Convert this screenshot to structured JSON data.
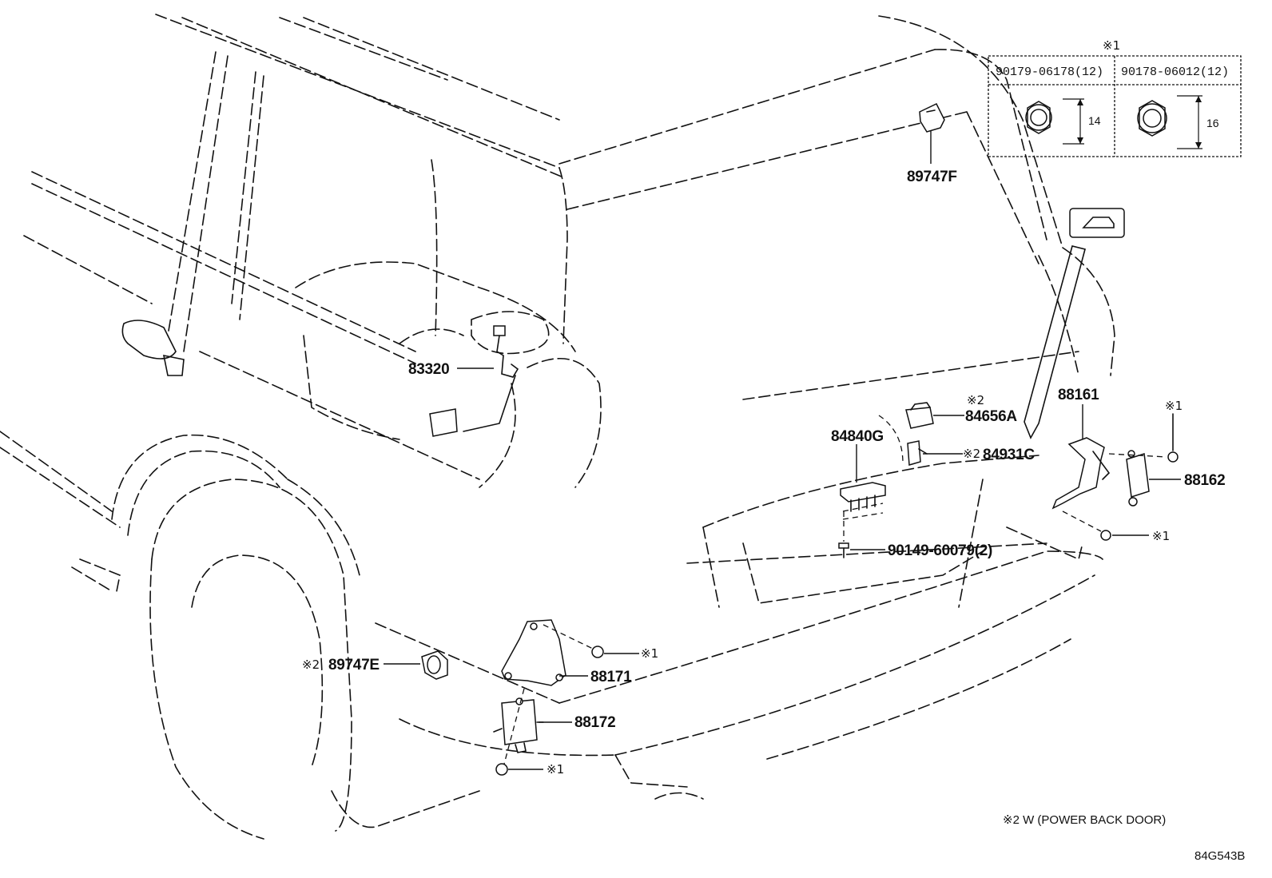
{
  "parts": {
    "p83320": "83320",
    "p89747F": "89747F",
    "p84656A": "84656A",
    "p84840G": "84840G",
    "p84931C": "84931C",
    "p88161": "88161",
    "p88162": "88162",
    "p90149": "90149-60079(2)",
    "p89747E": "89747E",
    "p88171": "88171",
    "p88172": "88172"
  },
  "marks": {
    "m1": "※1",
    "m2": "※2"
  },
  "table": {
    "header_mark": "※1",
    "col1_part": "90179-06178(12)",
    "col2_part": "90178-06012(12)",
    "col1_size": "14",
    "col2_size": "16"
  },
  "footnote": "※2 W (POWER BACK DOOR)",
  "figure_code": "84G543B"
}
